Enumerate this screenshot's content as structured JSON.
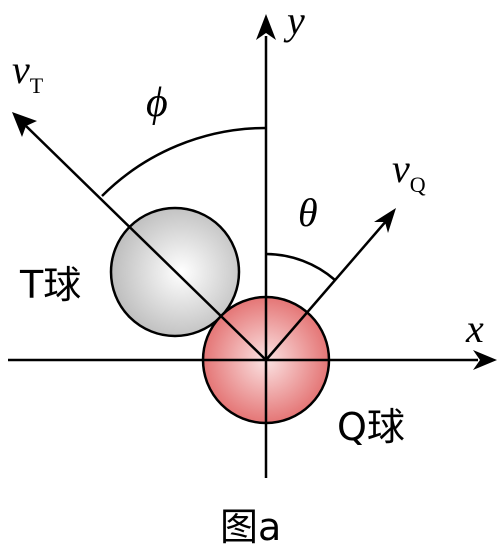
{
  "axes": {
    "x_label": "x",
    "y_label": "y"
  },
  "vectors": {
    "vT": {
      "symbol": "v",
      "subscript": "T"
    },
    "vQ": {
      "symbol": "v",
      "subscript": "Q"
    }
  },
  "angles": {
    "phi": "ϕ",
    "theta": "θ"
  },
  "balls": {
    "T": {
      "label": "T球",
      "fill": "#cfcfcf"
    },
    "Q": {
      "label": "Q球",
      "fill": "#e77a7a"
    }
  },
  "caption": "图a"
}
